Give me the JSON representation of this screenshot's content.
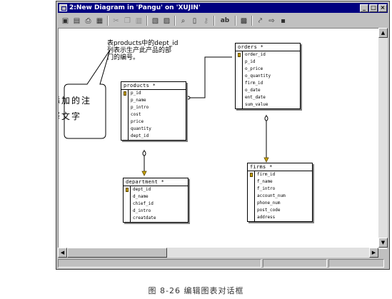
{
  "window": {
    "title": "2:New Diagram in 'Pangu' on 'XUJIN'",
    "buttons": {
      "minimize": "_",
      "maximize": "□",
      "close": "×"
    }
  },
  "toolbar": {
    "items": [
      {
        "name": "save-icon",
        "glyph": "▣"
      },
      {
        "name": "open-icon",
        "glyph": "▤"
      },
      {
        "name": "print-icon",
        "glyph": "⎙"
      },
      {
        "name": "properties-icon",
        "glyph": "▦"
      },
      {
        "name": "cut-icon",
        "glyph": "✂"
      },
      {
        "name": "copy-icon",
        "glyph": "❐"
      },
      {
        "name": "paste-icon",
        "glyph": "▥"
      },
      {
        "name": "new-table-icon",
        "glyph": "▧"
      },
      {
        "name": "insert-table-icon",
        "glyph": "▨"
      },
      {
        "name": "zoom-icon",
        "glyph": "⌕"
      },
      {
        "name": "page-icon",
        "glyph": "▯"
      },
      {
        "name": "key-icon",
        "glyph": "⚷"
      },
      {
        "name": "text-annotation-icon",
        "glyph": "ab"
      },
      {
        "name": "layout-icon",
        "glyph": "▩"
      },
      {
        "name": "relationship-icon",
        "glyph": "⤤"
      },
      {
        "name": "arrange-icon",
        "glyph": "⇨"
      },
      {
        "name": "display-icon",
        "glyph": "▪"
      }
    ]
  },
  "annotation": {
    "line1": "表products中的dept_id",
    "line2": "列表示生产此产品的部",
    "line3": "门的编号。"
  },
  "callout": {
    "line1": "添加的注",
    "line2": "释文字"
  },
  "tables": {
    "products": {
      "title": "products *",
      "columns": [
        {
          "name": "p_id",
          "pk": true
        },
        {
          "name": "p_name",
          "pk": false
        },
        {
          "name": "p_intro",
          "pk": false
        },
        {
          "name": "cost",
          "pk": false
        },
        {
          "name": "price",
          "pk": false
        },
        {
          "name": "quantity",
          "pk": false
        },
        {
          "name": "dept_id",
          "pk": false
        }
      ]
    },
    "orders": {
      "title": "orders *",
      "columns": [
        {
          "name": "order_id",
          "pk": true
        },
        {
          "name": "p_id",
          "pk": false
        },
        {
          "name": "o_price",
          "pk": false
        },
        {
          "name": "o_quantity",
          "pk": false
        },
        {
          "name": "firm_id",
          "pk": false
        },
        {
          "name": "o_date",
          "pk": false
        },
        {
          "name": "ent_date",
          "pk": false
        },
        {
          "name": "sum_value",
          "pk": false
        }
      ]
    },
    "department": {
      "title": "department *",
      "columns": [
        {
          "name": "dept_id",
          "pk": true
        },
        {
          "name": "d_name",
          "pk": false
        },
        {
          "name": "chief_id",
          "pk": false
        },
        {
          "name": "d_intro",
          "pk": false
        },
        {
          "name": "creatdate",
          "pk": false
        }
      ]
    },
    "firms": {
      "title": "firms *",
      "columns": [
        {
          "name": "firm_id",
          "pk": true
        },
        {
          "name": "f_name",
          "pk": false
        },
        {
          "name": "f_intro",
          "pk": false
        },
        {
          "name": "account_num",
          "pk": false
        },
        {
          "name": "phone_num",
          "pk": false
        },
        {
          "name": "post_code",
          "pk": false
        },
        {
          "name": "address",
          "pk": false
        }
      ]
    }
  },
  "caption": "图 8-26  编辑图表对话框"
}
